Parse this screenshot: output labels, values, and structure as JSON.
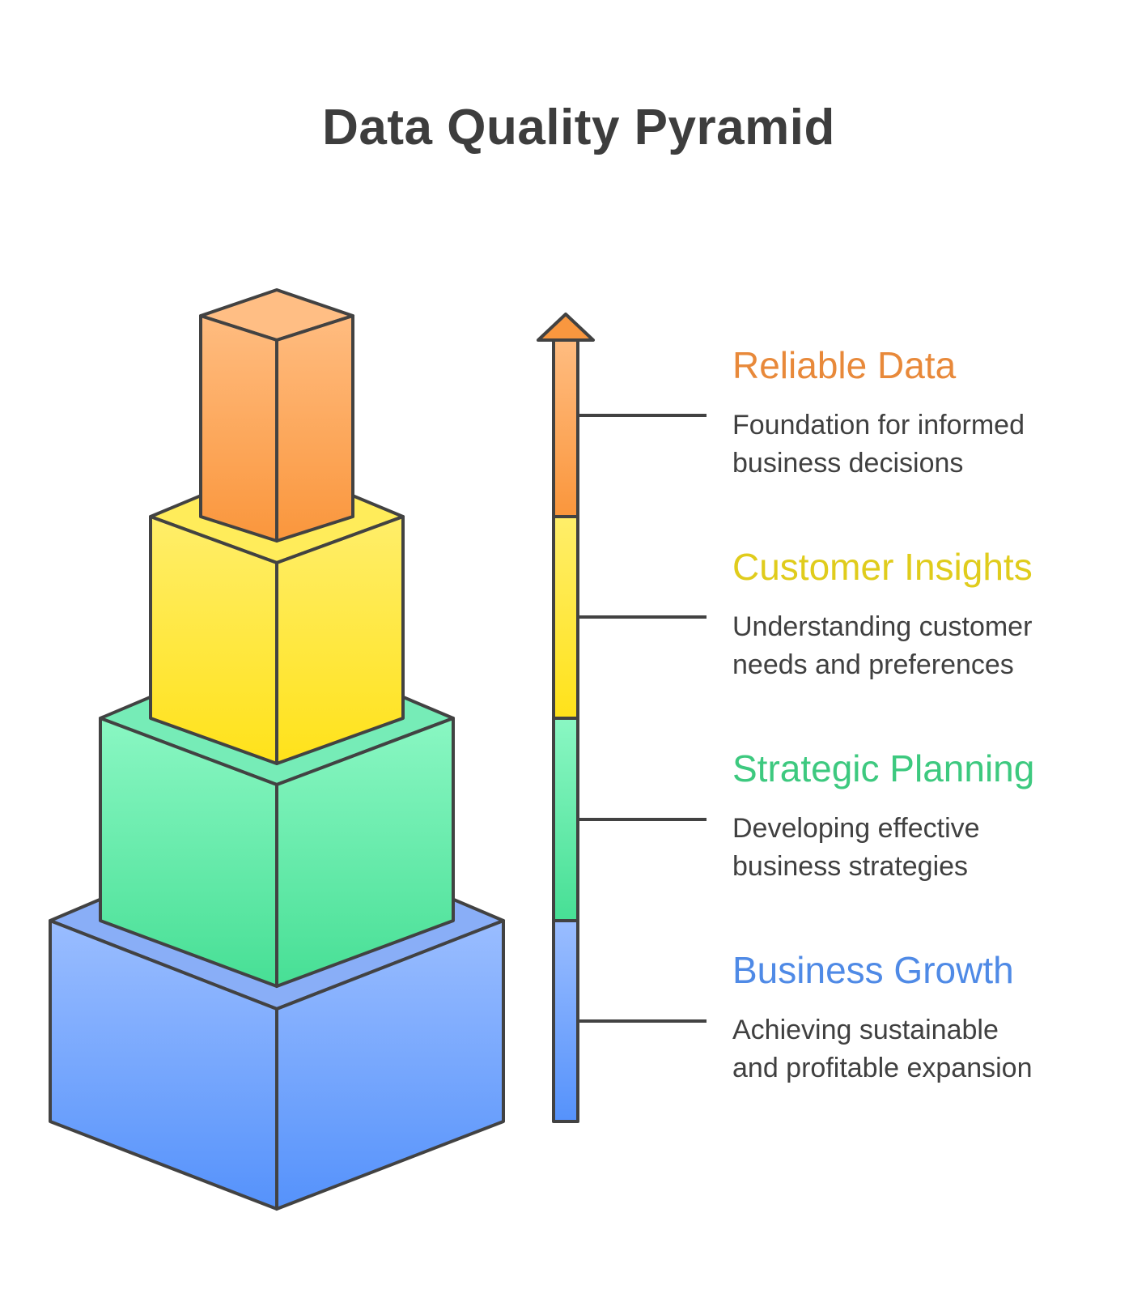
{
  "title": "Data Quality Pyramid",
  "levels": [
    {
      "title": "Reliable Data",
      "description": "Foundation for informed\nbusiness decisions",
      "color": "#E8893A"
    },
    {
      "title": "Customer Insights",
      "description": "Understanding customer\nneeds and preferences",
      "color": "#E0CC1C"
    },
    {
      "title": "Strategic Planning",
      "description": "Developing effective\nbusiness strategies",
      "color": "#3DC97F"
    },
    {
      "title": "Business Growth",
      "description": "Achieving sustainable\nand profitable expansion",
      "color": "#4F8AE6"
    }
  ]
}
